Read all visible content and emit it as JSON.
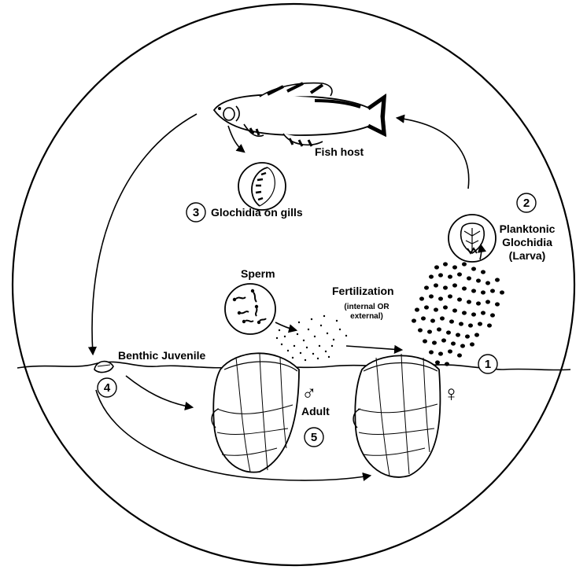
{
  "labels": {
    "fish_host": "Fish host",
    "glochidia_on_gills": "Glochidia on gills",
    "planktonic_line1": "Planktonic",
    "planktonic_line2": "Glochidia",
    "planktonic_line3": "(Larva)",
    "sperm": "Sperm",
    "fertilization": "Fertilization",
    "fertilization_note1": "(internal OR",
    "fertilization_note2": "external)",
    "benthic_juvenile": "Benthic Juvenile",
    "adult": "Adult"
  },
  "steps": [
    "1",
    "2",
    "3",
    "4",
    "5"
  ],
  "symbols": {
    "male": "♂",
    "female": "♀"
  }
}
